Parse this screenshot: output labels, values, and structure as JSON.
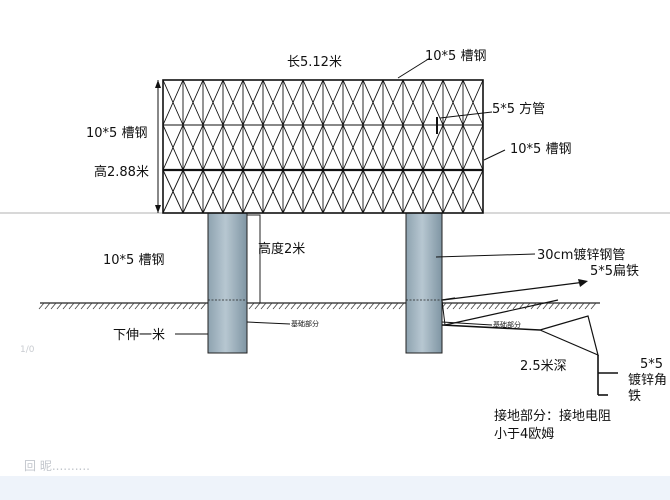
{
  "labels": {
    "length": "长5.12米",
    "top_channel": "10*5 槽钢",
    "square_tube": "5*5 方管",
    "right_channel": "10*5 槽钢",
    "left_channel": "10*5 槽钢",
    "height": "高2.88米",
    "bottom_channel": "10*5 槽钢",
    "pole_height": "高度2米",
    "pipe": "30cm镀锌钢管",
    "flat_iron": "5*5扁铁",
    "foundation_left": "基础部分",
    "foundation_right": "基础部分",
    "down_extension": "下伸一米",
    "depth": "2.5米深",
    "galv_line1": "5*5",
    "galv_line2": "镀锌角",
    "galv_line3": "铁",
    "grounding_line1": "接地部分：接地电阻",
    "grounding_line2": "小于4欧姆"
  },
  "watermark": {
    "text": "回 昵..........",
    "side": "1/0"
  },
  "colors": {
    "line": "#111111",
    "pole_fill": "#a7b9c5",
    "pole_shade": "#7f95a3",
    "ground_hatch": "#444444",
    "strip": "#eef3fa"
  }
}
